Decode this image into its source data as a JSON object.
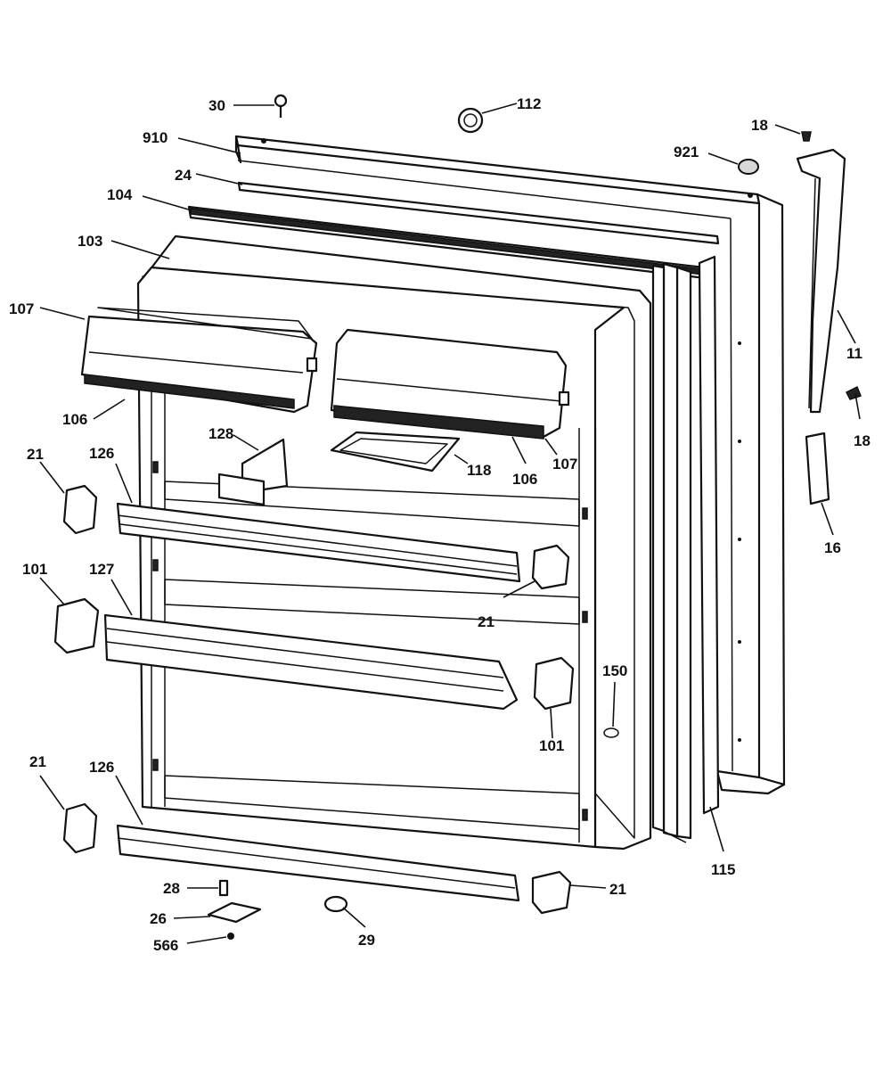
{
  "callouts": {
    "c30": "30",
    "c112": "112",
    "c18_top": "18",
    "c910": "910",
    "c921": "921",
    "c24": "24",
    "c104": "104",
    "c103": "103",
    "c107_left": "107",
    "c11": "11",
    "c18_right": "18",
    "c106_left": "106",
    "c128": "128",
    "c118": "118",
    "c106_mid": "106",
    "c107_mid": "107",
    "c21_a": "21",
    "c126_top": "126",
    "c16": "16",
    "c101_left": "101",
    "c127": "127",
    "c21_b": "21",
    "c150": "150",
    "c101_mid": "101",
    "c21_c": "21",
    "c126_bot": "126",
    "c115": "115",
    "c28": "28",
    "c21_d": "21",
    "c26": "26",
    "c29": "29",
    "c566": "566"
  }
}
